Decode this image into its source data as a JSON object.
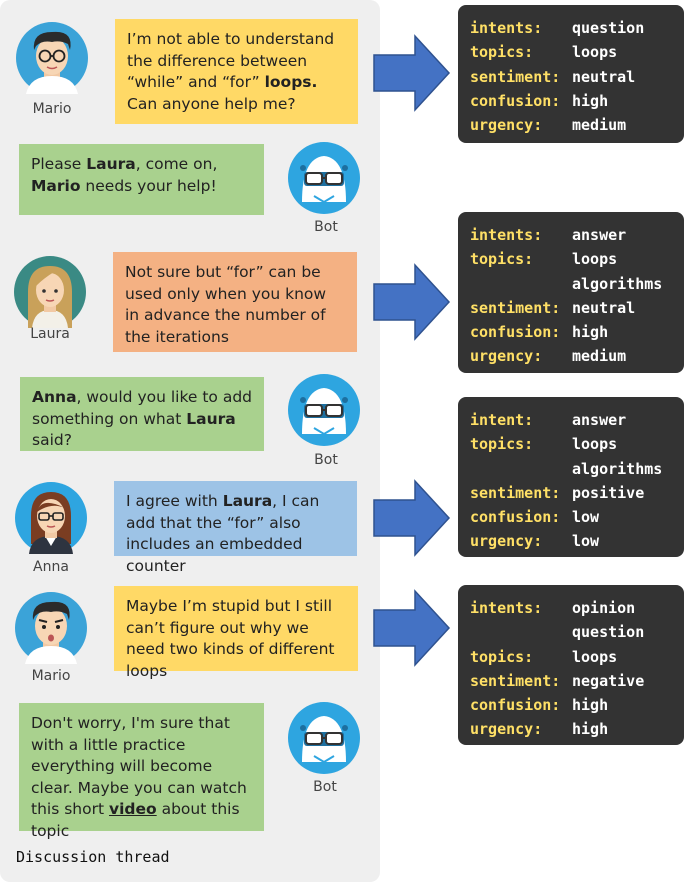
{
  "panel_label": "Discussion thread",
  "colors": {
    "yellow_bubble": "#ffd966",
    "green_bubble": "#a9d18e",
    "orange_bubble": "#f4b183",
    "blue_bubble": "#9dc3e6",
    "arrow": "#4472c4",
    "tag_box": "#333333",
    "tag_key": "#ffe066"
  },
  "messages": [
    {
      "speaker": "Mario",
      "avatar": "mario-avatar",
      "style": "yellow",
      "parts": [
        {
          "t": "I’m not able to understand the difference between “while” and “for” "
        },
        {
          "t": "loops.",
          "b": true
        },
        {
          "t": " Can anyone help me?"
        }
      ]
    },
    {
      "speaker": "Bot",
      "avatar": "bot-avatar",
      "style": "green",
      "parts": [
        {
          "t": "Please "
        },
        {
          "t": "Laura",
          "b": true
        },
        {
          "t": ", come on, "
        },
        {
          "t": "Mario",
          "b": true
        },
        {
          "t": " needs your help!"
        }
      ]
    },
    {
      "speaker": "Laura",
      "avatar": "laura-avatar",
      "style": "orange",
      "parts": [
        {
          "t": "Not sure but “for” can be used only when you know in advance the number of the iterations"
        }
      ]
    },
    {
      "speaker": "Bot",
      "avatar": "bot-avatar",
      "style": "green",
      "parts": [
        {
          "t": "Anna",
          "b": true
        },
        {
          "t": ", would you like to add something on what "
        },
        {
          "t": "Laura",
          "b": true
        },
        {
          "t": " said?"
        }
      ]
    },
    {
      "speaker": "Anna",
      "avatar": "anna-avatar",
      "style": "blue",
      "parts": [
        {
          "t": "I agree with "
        },
        {
          "t": "Laura",
          "b": true
        },
        {
          "t": ", I can add that the “for” also includes an embedded counter"
        }
      ]
    },
    {
      "speaker": "Mario",
      "avatar": "mario-avatar",
      "style": "yellow",
      "parts": [
        {
          "t": "Maybe I’m stupid but I still can’t figure out why we need two kinds of different loops"
        }
      ]
    },
    {
      "speaker": "Bot",
      "avatar": "bot-avatar",
      "style": "green",
      "parts": [
        {
          "t": "Don't worry, I'm sure that with a little practice everything will become clear. Maybe you can watch this short "
        },
        {
          "t": "video",
          "u": true
        },
        {
          "t": " about this topic"
        }
      ]
    }
  ],
  "annotations": [
    {
      "rows": [
        {
          "key": "intents:",
          "value": "question"
        },
        {
          "key": "topics:",
          "value": "loops"
        },
        {
          "key": "sentiment:",
          "value": "neutral"
        },
        {
          "key": "confusion:",
          "value": "high"
        },
        {
          "key": "urgency:",
          "value": "medium"
        }
      ]
    },
    {
      "rows": [
        {
          "key": "intents:",
          "value": "answer"
        },
        {
          "key": "topics:",
          "value": "loops"
        },
        {
          "key": "",
          "value": "algorithms"
        },
        {
          "key": "sentiment:",
          "value": "neutral"
        },
        {
          "key": "confusion:",
          "value": "high"
        },
        {
          "key": "urgency:",
          "value": "medium"
        }
      ]
    },
    {
      "rows": [
        {
          "key": "intent:",
          "value": "answer"
        },
        {
          "key": "topics:",
          "value": "loops"
        },
        {
          "key": "",
          "value": "algorithms"
        },
        {
          "key": "sentiment:",
          "value": "positive"
        },
        {
          "key": "confusion:",
          "value": "low"
        },
        {
          "key": "urgency:",
          "value": "low"
        }
      ]
    },
    {
      "rows": [
        {
          "key": "intents:",
          "value": "opinion"
        },
        {
          "key": "",
          "value": "question"
        },
        {
          "key": "topics:",
          "value": "loops"
        },
        {
          "key": "sentiment:",
          "value": "negative"
        },
        {
          "key": "confusion:",
          "value": "high"
        },
        {
          "key": "urgency:",
          "value": "high"
        }
      ]
    }
  ]
}
